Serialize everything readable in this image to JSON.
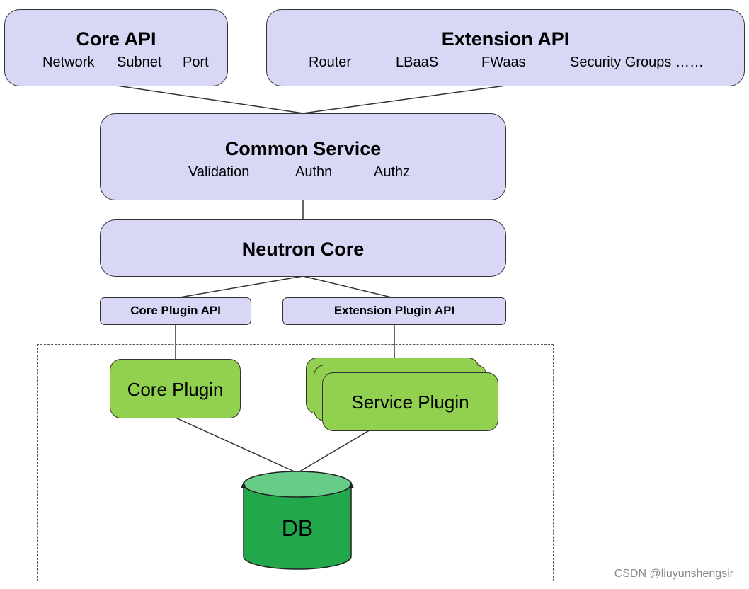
{
  "core_api": {
    "title": "Core API",
    "items": [
      "Network",
      "Subnet",
      "Port"
    ]
  },
  "extension_api": {
    "title": "Extension API",
    "items": [
      "Router",
      "LBaaS",
      "FWaas",
      "Security Groups ……"
    ]
  },
  "common_service": {
    "title": "Common Service",
    "items": [
      "Validation",
      "Authn",
      "Authz"
    ]
  },
  "neutron_core": {
    "title": "Neutron Core"
  },
  "core_plugin_api": {
    "label": "Core Plugin API"
  },
  "extension_plugin_api": {
    "label": "Extension Plugin API"
  },
  "core_plugin": {
    "label": "Core Plugin"
  },
  "service_plugin": {
    "label": "Service Plugin"
  },
  "db": {
    "label": "DB"
  },
  "watermark": "CSDN @liuyunshengsir",
  "colors": {
    "api_box": "#d8d8f6",
    "plugin": "#92d050",
    "db_body": "#22a84a",
    "db_top": "#66cc88"
  }
}
